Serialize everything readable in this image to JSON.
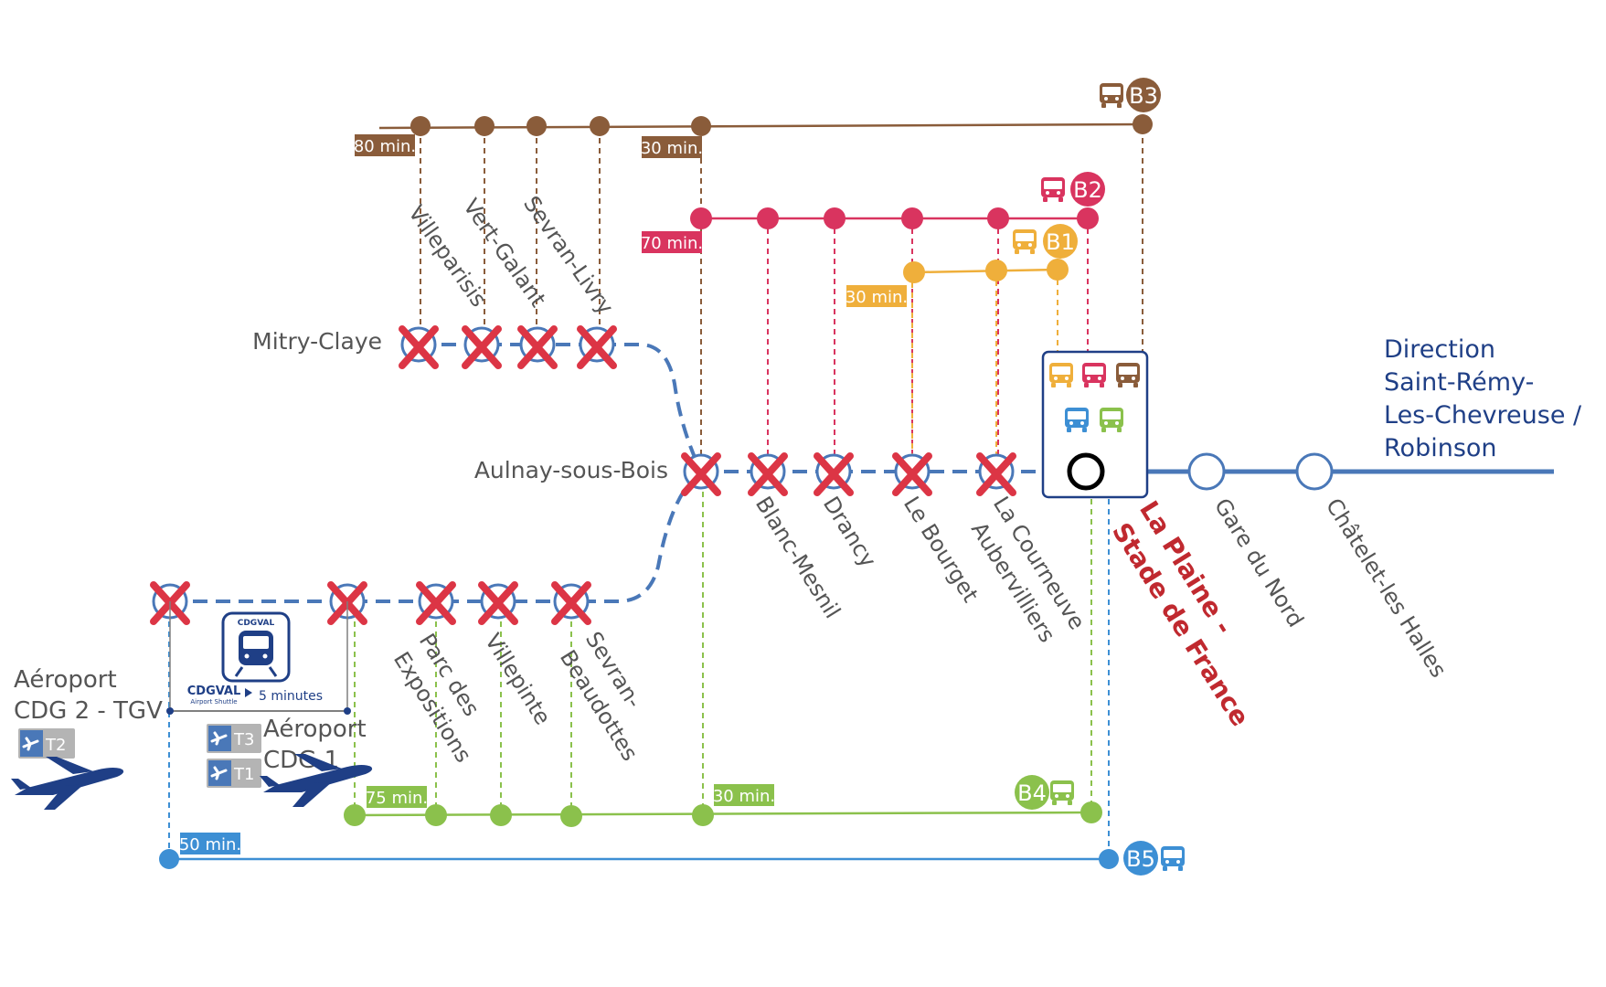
{
  "colors": {
    "rer": "#4a78b8",
    "b1": "#efaf3b",
    "b2": "#d9345f",
    "b3": "#8a5c3a",
    "b4": "#8bc14c",
    "b5": "#3d8fd4",
    "closed": "#dc3545",
    "text": "#555555",
    "highlight": "#c0292f",
    "navy": "#1f3f86"
  },
  "lines": {
    "b1": {
      "label": "B1",
      "interval": "30 min."
    },
    "b2": {
      "label": "B2",
      "interval": "70 min."
    },
    "b3": {
      "label": "B3",
      "interval_a": "80 min.",
      "interval_b": "30 min."
    },
    "b4": {
      "label": "B4",
      "interval_a": "75 min.",
      "interval_b": "30 min."
    },
    "b5": {
      "label": "B5",
      "interval": "50 min."
    }
  },
  "stations": {
    "mitry": "Mitry-Claye",
    "villeparisis": "Villeparisis",
    "vert_galant": "Vert-Galant",
    "sevran_livry": "Sevran-Livry",
    "aulnay": "Aulnay-sous-Bois",
    "blanc_mesnil": "Blanc-Mesnil",
    "drancy": "Drancy",
    "le_bourget": "Le Bourget",
    "la_courneuve_1": "La Courneuve",
    "la_courneuve_2": "Aubervilliers",
    "la_plaine_1": "La Plaine -",
    "la_plaine_2": "Stade de France",
    "gare_du_nord": "Gare du Nord",
    "chatelet": "Châtelet-les Halles",
    "parc_1": "Parc des",
    "parc_2": "Expositions",
    "villepinte": "Villepinte",
    "sevran_b_1": "Sevran-",
    "sevran_b_2": "Beaudottes",
    "cdg2_1": "Aéroport",
    "cdg2_2": "CDG 2 - TGV",
    "cdg1_1": "Aéroport",
    "cdg1_2": "CDG 1"
  },
  "direction": {
    "line1": "Direction",
    "line2": "Saint-Rémy-",
    "line3": "Les-Chevreuse /",
    "line4": "Robinson"
  },
  "cdgval": {
    "badge": "CDGVAL",
    "name": "CDGVAL",
    "sub": "Airport Shuttle",
    "duration": "5 minutes"
  },
  "terminals": {
    "t1": "T1",
    "t2": "T2",
    "t3": "T3"
  },
  "icons": [
    "bus-icon",
    "plane-icon",
    "train-icon",
    "closed-station-cross-icon"
  ]
}
